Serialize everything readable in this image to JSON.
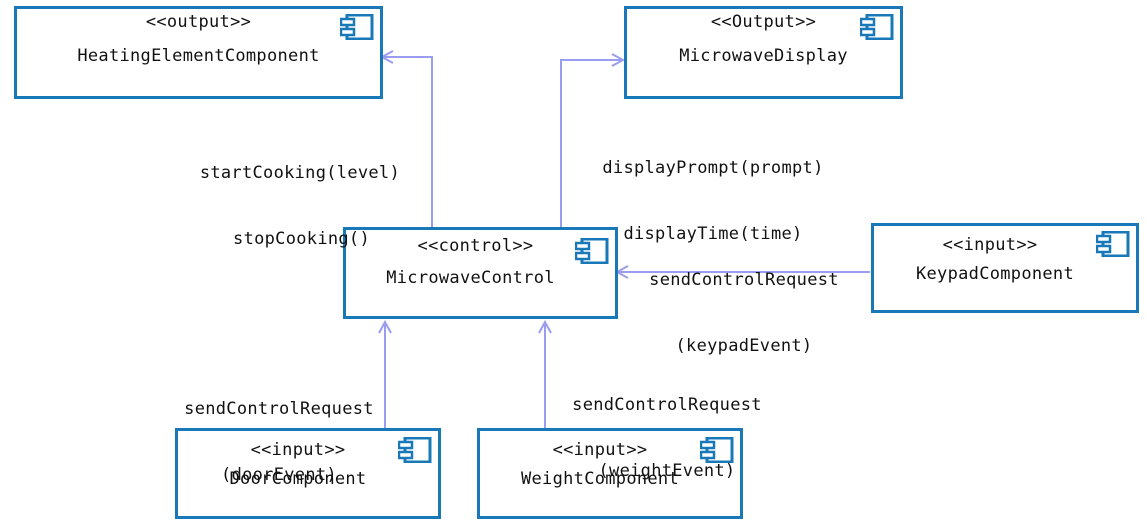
{
  "components": {
    "heating": {
      "stereotype": "<<output>>",
      "name": "HeatingElementComponent"
    },
    "display": {
      "stereotype": "<<Output>>",
      "name": "MicrowaveDisplay"
    },
    "control": {
      "stereotype": "<<control>>",
      "name": "MicrowaveControl"
    },
    "keypad": {
      "stereotype": "<<input>>",
      "name": "KeypadComponent"
    },
    "door": {
      "stereotype": "<<input>>",
      "name": "DoorComponent"
    },
    "weight": {
      "stereotype": "<<input>>",
      "name": "WeightComponent"
    }
  },
  "connections": {
    "heating_msg_1": "startCooking(level)",
    "heating_msg_2": "stopCooking()",
    "display_msg_1": "displayPrompt(prompt)",
    "display_msg_2": "displayTime(time)",
    "keypad_msg_1": "sendControlRequest",
    "keypad_msg_2": "(keypadEvent)",
    "door_msg_1": "sendControlRequest",
    "door_msg_2": "(doorEvent)",
    "weight_msg_1": "sendControlRequest",
    "weight_msg_2": "(weightEvent)"
  },
  "colors": {
    "box_border": "#1878b8",
    "connector": "#9a9cf0"
  },
  "icons": {
    "component": "uml-component-icon"
  }
}
